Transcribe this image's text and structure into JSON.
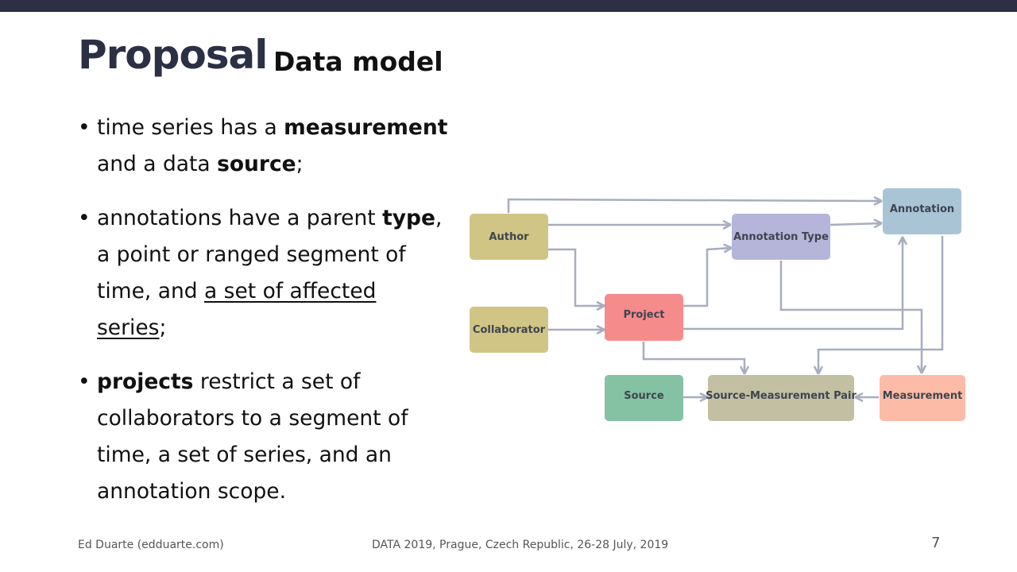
{
  "header": {
    "title": "Proposal",
    "subtitle": "Data model"
  },
  "bullets": [
    [
      {
        "t": "time series has a "
      },
      {
        "t": "measurement",
        "b": 1
      },
      {
        "br": 1
      },
      {
        "t": "and a data "
      },
      {
        "t": "source",
        "b": 1
      },
      {
        "t": ";"
      }
    ],
    [
      {
        "t": "annotations have a parent "
      },
      {
        "t": "type",
        "b": 1
      },
      {
        "t": ","
      },
      {
        "br": 1
      },
      {
        "t": "a point or ranged segment of"
      },
      {
        "br": 1
      },
      {
        "t": "time, and "
      },
      {
        "t": "a set of affected",
        "u": 1
      },
      {
        "br": 1
      },
      {
        "t": "series",
        "u": 1
      },
      {
        "t": ";"
      }
    ],
    [
      {
        "t": "projects",
        "b": 1
      },
      {
        "t": " restrict a set of"
      },
      {
        "br": 1
      },
      {
        "t": "collaborators to a segment of"
      },
      {
        "br": 1
      },
      {
        "t": "time, a set of series, and an"
      },
      {
        "br": 1
      },
      {
        "t": "annotation scope."
      }
    ]
  ],
  "diagram": {
    "nodes": [
      {
        "id": "author",
        "label": "Author",
        "color": "#d1c585"
      },
      {
        "id": "annotation_type",
        "label": "Annotation Type",
        "color": "#b4b5d9"
      },
      {
        "id": "annotation",
        "label": "Annotation",
        "color": "#a9c4d5"
      },
      {
        "id": "project",
        "label": "Project",
        "color": "#f68b8b"
      },
      {
        "id": "collaborator",
        "label": "Collaborator",
        "color": "#d1c585"
      },
      {
        "id": "source",
        "label": "Source",
        "color": "#84c2a3"
      },
      {
        "id": "smp",
        "label": "Source-Measurement Pair",
        "color": "#c2bfa3"
      },
      {
        "id": "measurement",
        "label": "Measurement",
        "color": "#fcbba6"
      }
    ],
    "edge_color": "#a8adbf"
  },
  "footer": {
    "author": "Ed Duarte (edduarte.com)",
    "event": "DATA 2019, Prague, Czech Republic, 26-28 July, 2019",
    "page": "7"
  }
}
